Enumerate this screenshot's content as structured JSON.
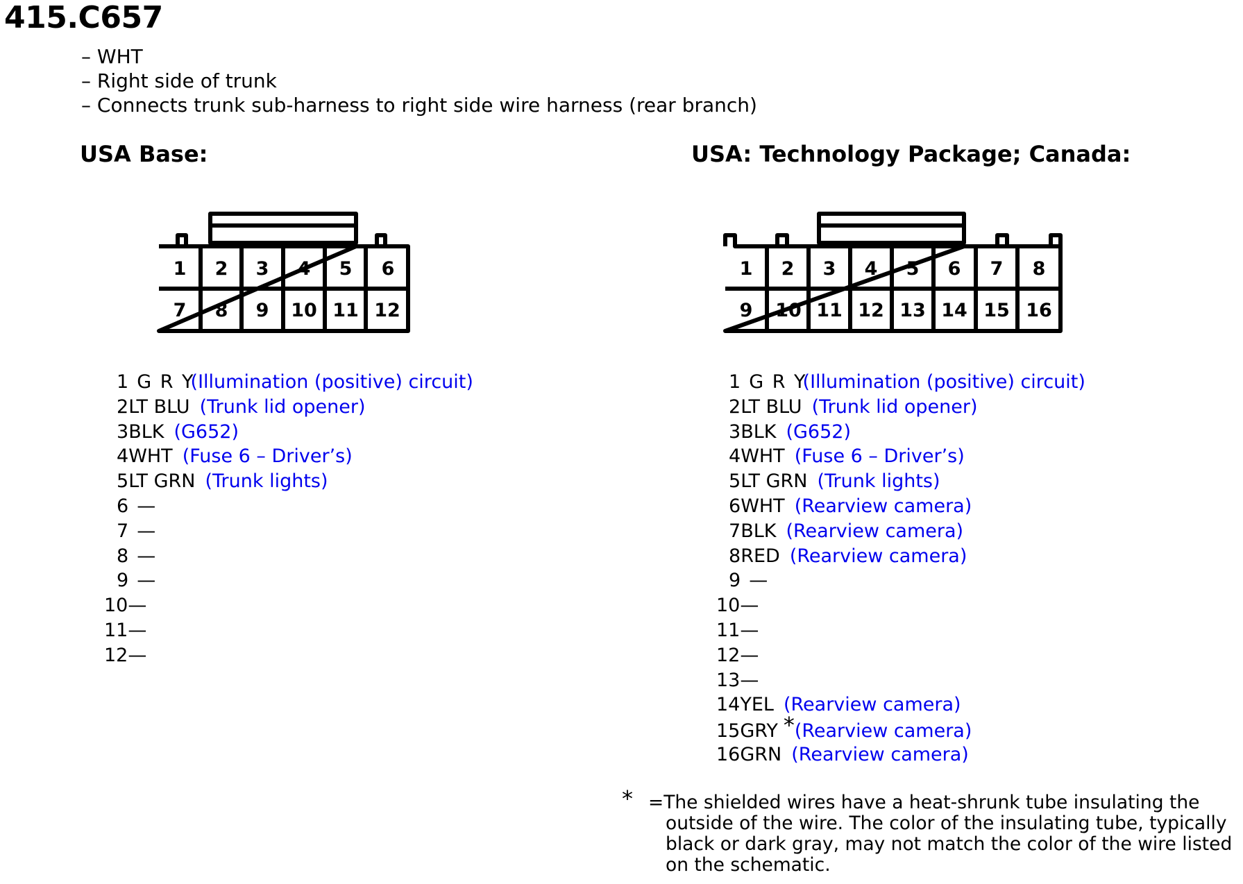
{
  "document": {
    "title": "415.C657",
    "bullets": [
      "– WHT",
      "– Right side of trunk",
      "– Connects trunk sub-harness to right side wire harness (rear branch)"
    ]
  },
  "variants": [
    {
      "heading": "USA Base:",
      "connector": {
        "columns": 6,
        "top_row_pins": [
          "1",
          "2",
          "3",
          "4",
          "5",
          "6"
        ],
        "bottom_row_pins": [
          "7",
          "8",
          "9",
          "10",
          "11",
          "12"
        ]
      },
      "pins": [
        {
          "num": "1",
          "color": "G R Y",
          "desc": "(Illumination (positive) circuit)"
        },
        {
          "num": "2",
          "color": "LT BLU",
          "desc": "(Trunk lid opener)"
        },
        {
          "num": "3",
          "color": "BLK",
          "desc": "(G652)"
        },
        {
          "num": "4",
          "color": "WHT",
          "desc": "(Fuse 6 – Driver’s)"
        },
        {
          "num": "5",
          "color": "LT GRN",
          "desc": "(Trunk lights)"
        },
        {
          "num": "6",
          "color": "—",
          "desc": ""
        },
        {
          "num": "7",
          "color": "—",
          "desc": ""
        },
        {
          "num": "8",
          "color": "—",
          "desc": ""
        },
        {
          "num": "9",
          "color": "—",
          "desc": ""
        },
        {
          "num": "10",
          "color": "—",
          "desc": ""
        },
        {
          "num": "11",
          "color": "—",
          "desc": ""
        },
        {
          "num": "12",
          "color": "—",
          "desc": ""
        }
      ]
    },
    {
      "heading": "USA: Technology Package; Canada:",
      "connector": {
        "columns": 8,
        "top_row_pins": [
          "1",
          "2",
          "3",
          "4",
          "5",
          "6",
          "7",
          "8"
        ],
        "bottom_row_pins": [
          "9",
          "10",
          "11",
          "12",
          "13",
          "14",
          "15",
          "16"
        ]
      },
      "pins": [
        {
          "num": "1",
          "color": "G R Y",
          "desc": "(Illumination (positive) circuit)"
        },
        {
          "num": "2",
          "color": "LT BLU",
          "desc": "(Trunk lid opener)"
        },
        {
          "num": "3",
          "color": "BLK",
          "desc": "(G652)"
        },
        {
          "num": "4",
          "color": "WHT",
          "desc": "(Fuse 6 – Driver’s)"
        },
        {
          "num": "5",
          "color": "LT GRN",
          "desc": "(Trunk lights)"
        },
        {
          "num": "6",
          "color": "WHT",
          "desc": "(Rearview camera)"
        },
        {
          "num": "7",
          "color": "BLK",
          "desc": "(Rearview camera)"
        },
        {
          "num": "8",
          "color": "RED",
          "desc": "(Rearview camera)"
        },
        {
          "num": "9",
          "color": "—",
          "desc": ""
        },
        {
          "num": "10",
          "color": "—",
          "desc": ""
        },
        {
          "num": "11",
          "color": "—",
          "desc": ""
        },
        {
          "num": "12",
          "color": "—",
          "desc": ""
        },
        {
          "num": "13",
          "color": "—",
          "desc": ""
        },
        {
          "num": "14",
          "color": "YEL",
          "desc": "(Rearview camera)"
        },
        {
          "num": "15",
          "color": "GRY",
          "star": "*",
          "desc": "(Rearview camera)"
        },
        {
          "num": "16",
          "color": "GRN",
          "desc": "(Rearview camera)"
        }
      ]
    }
  ],
  "footnote": {
    "symbol": "*",
    "line1": "=The shielded wires have a heat-shrunk tube insulating the",
    "lines": [
      "outside of the wire.  The color of the insulating tube, typically",
      "black or dark gray, may not match the color of the wire listed",
      "on the schematic."
    ]
  },
  "colors": {
    "text": "#000000",
    "description_link": "#0000ee",
    "background": "#ffffff"
  }
}
